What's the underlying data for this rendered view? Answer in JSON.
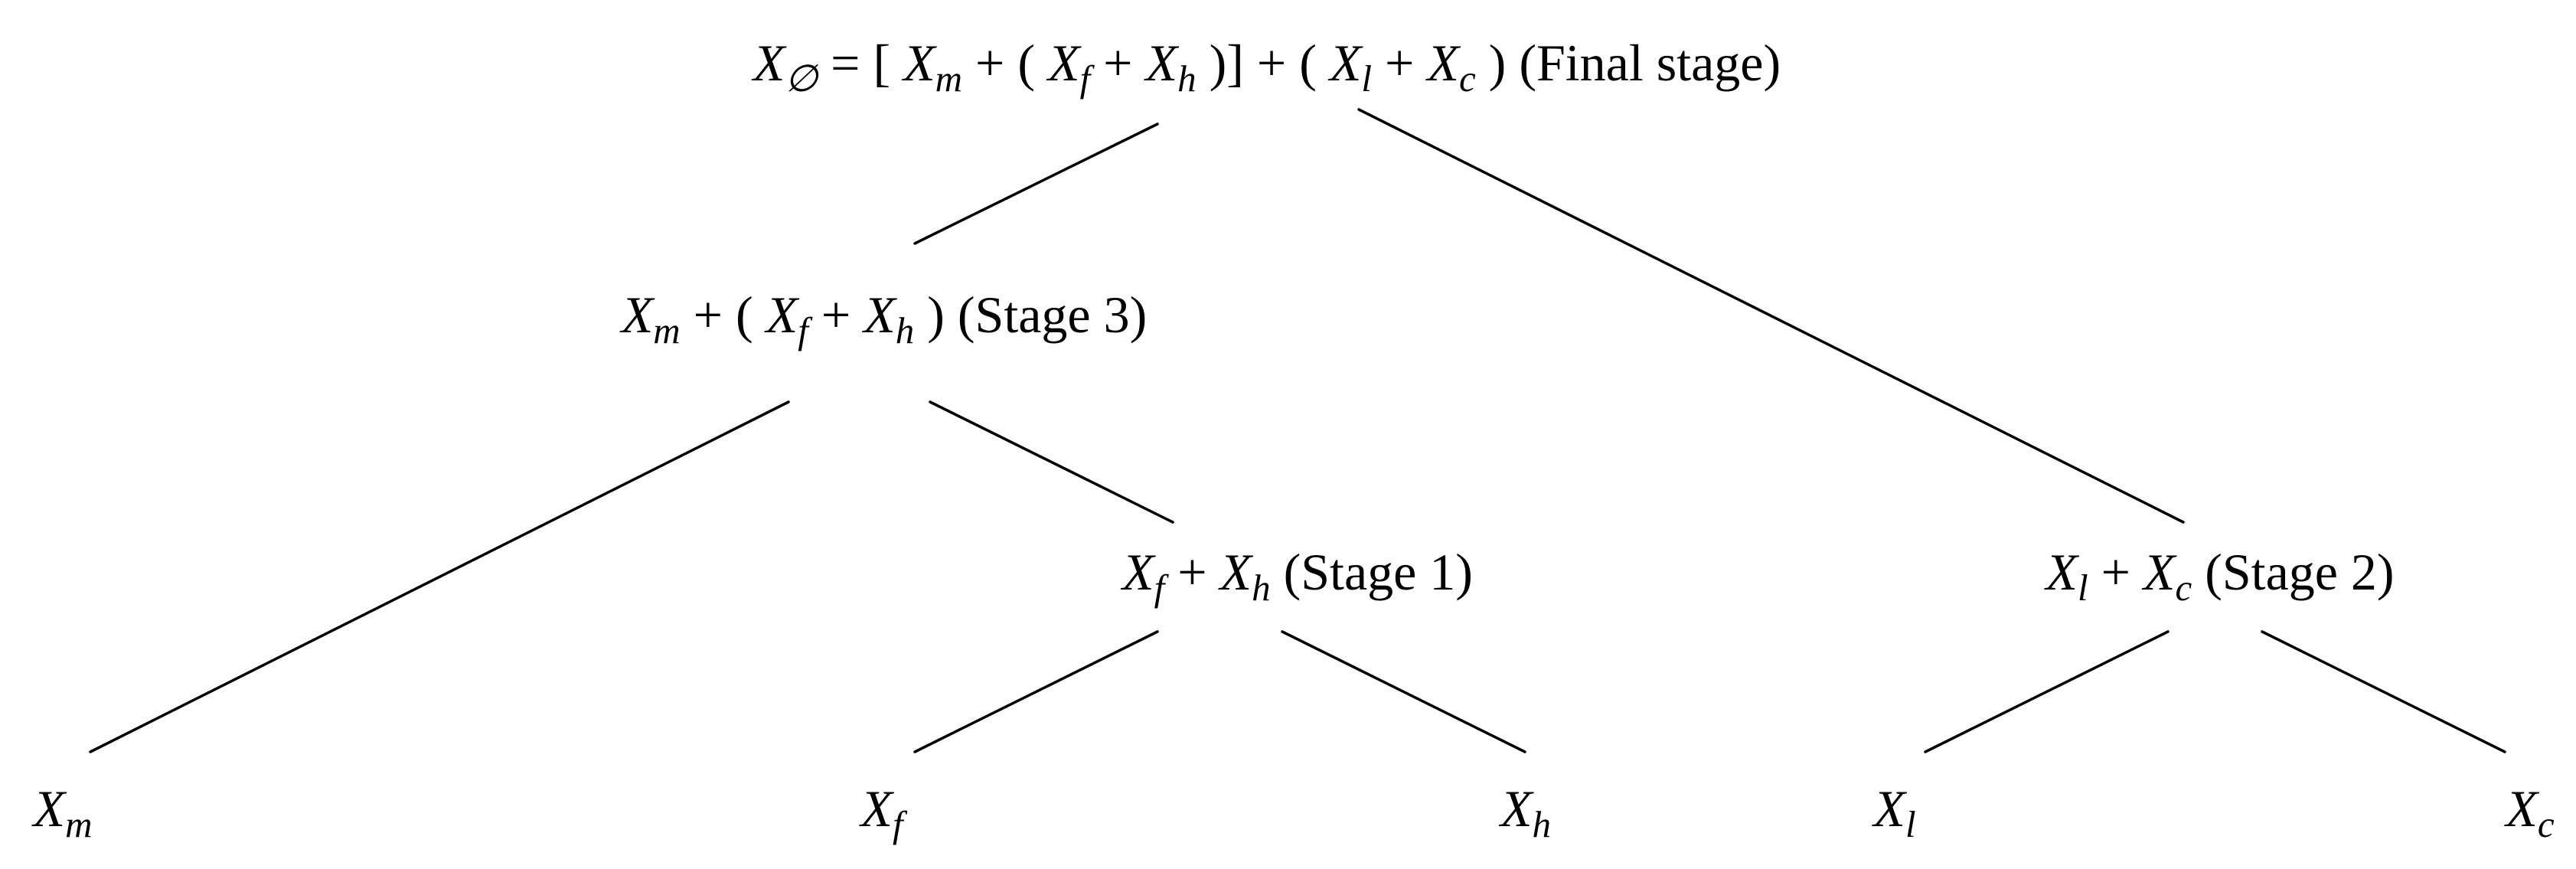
{
  "tree": {
    "root": {
      "lhs": {
        "var": "X",
        "sub": "∅"
      },
      "eq": "=",
      "expr": [
        {
          "t": "sym",
          "v": "["
        },
        {
          "t": "term",
          "var": "X",
          "sub": "m"
        },
        {
          "t": "sym",
          "v": "+"
        },
        {
          "t": "sym",
          "v": "("
        },
        {
          "t": "term",
          "var": "X",
          "sub": "f"
        },
        {
          "t": "sym",
          "v": "+"
        },
        {
          "t": "term",
          "var": "X",
          "sub": "h"
        },
        {
          "t": "sym",
          "v": ")]"
        },
        {
          "t": "sym",
          "v": "+"
        },
        {
          "t": "sym",
          "v": "("
        },
        {
          "t": "term",
          "var": "X",
          "sub": "l"
        },
        {
          "t": "sym",
          "v": "+"
        },
        {
          "t": "term",
          "var": "X",
          "sub": "c"
        },
        {
          "t": "sym",
          "v": ")"
        }
      ],
      "stage": "(Final stage)"
    },
    "stage3": {
      "expr": [
        {
          "t": "term",
          "var": "X",
          "sub": "m"
        },
        {
          "t": "sym",
          "v": "+"
        },
        {
          "t": "sym",
          "v": "("
        },
        {
          "t": "term",
          "var": "X",
          "sub": "f"
        },
        {
          "t": "sym",
          "v": "+"
        },
        {
          "t": "term",
          "var": "X",
          "sub": "h"
        },
        {
          "t": "sym",
          "v": ")"
        }
      ],
      "stage": "(Stage 3)"
    },
    "stage1": {
      "expr": [
        {
          "t": "term",
          "var": "X",
          "sub": "f"
        },
        {
          "t": "sym",
          "v": "+"
        },
        {
          "t": "term",
          "var": "X",
          "sub": "h"
        }
      ],
      "stage": "(Stage 1)"
    },
    "stage2": {
      "expr": [
        {
          "t": "term",
          "var": "X",
          "sub": "l"
        },
        {
          "t": "sym",
          "v": "+"
        },
        {
          "t": "term",
          "var": "X",
          "sub": "c"
        }
      ],
      "stage": "(Stage 2)"
    },
    "leaves": {
      "m": {
        "var": "X",
        "sub": "m"
      },
      "f": {
        "var": "X",
        "sub": "f"
      },
      "h": {
        "var": "X",
        "sub": "h"
      },
      "l": {
        "var": "X",
        "sub": "l"
      },
      "c": {
        "var": "X",
        "sub": "c"
      }
    }
  }
}
